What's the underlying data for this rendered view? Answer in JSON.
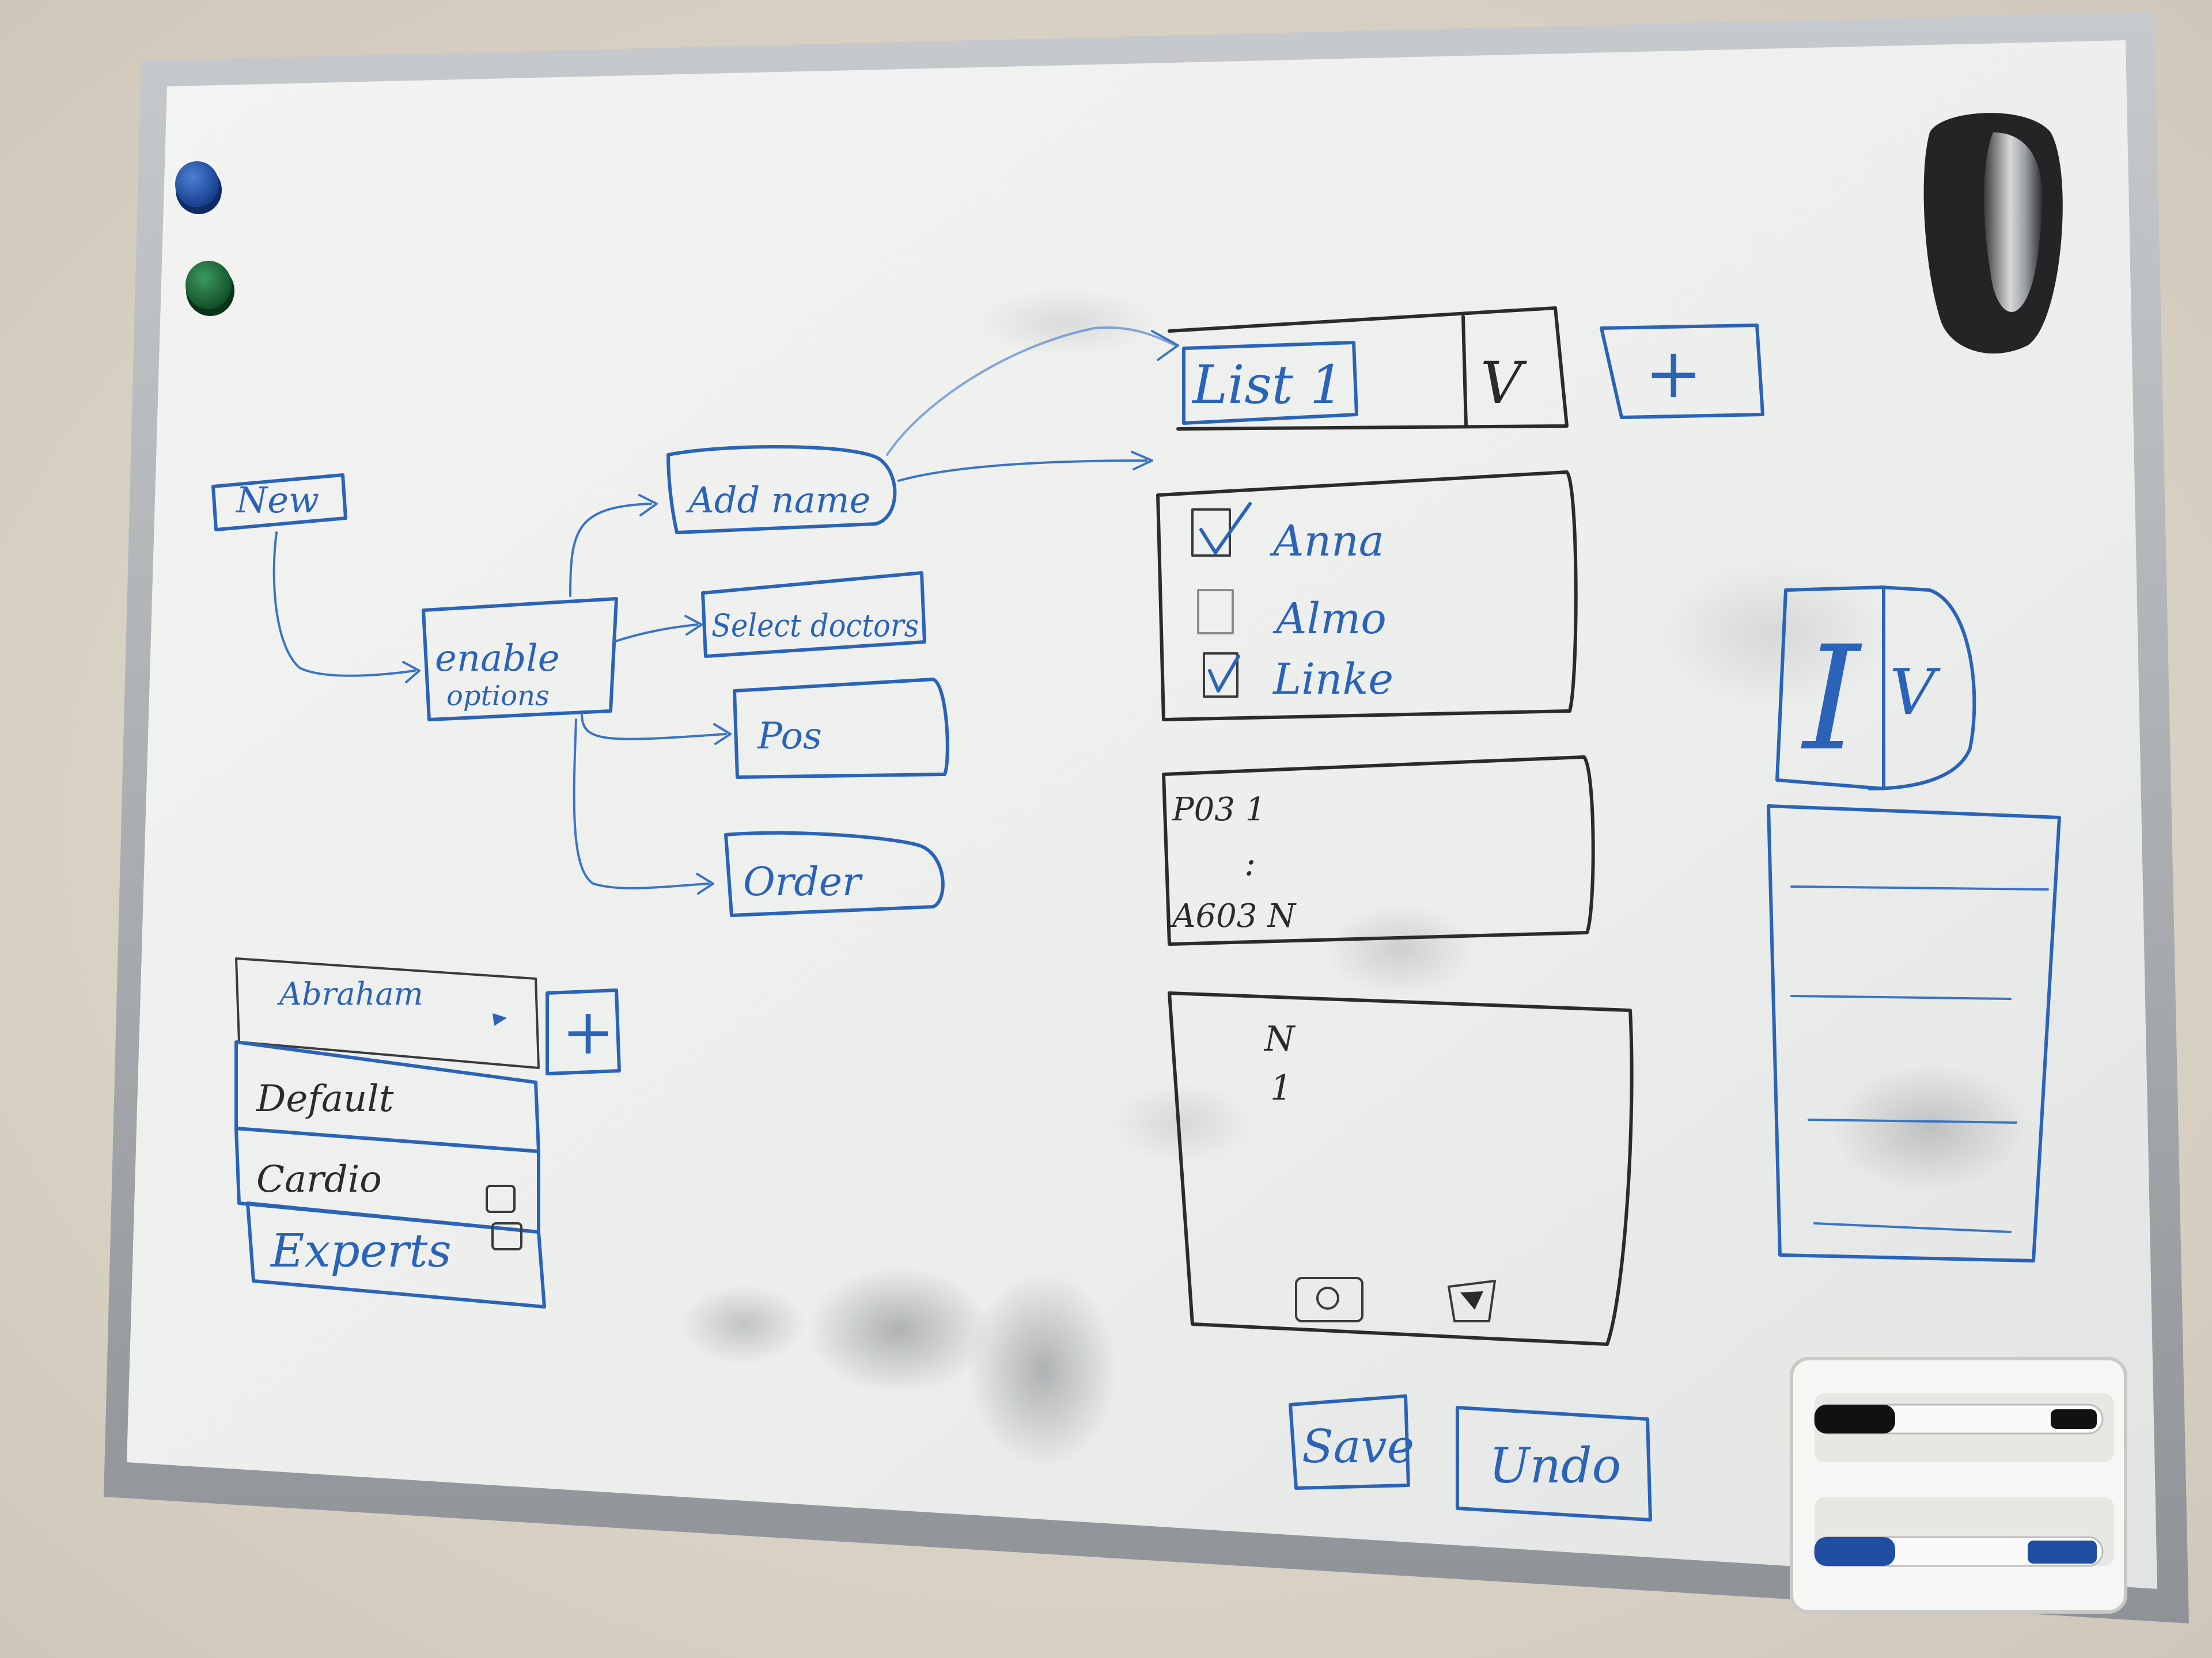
{
  "flow": {
    "new_label": "New",
    "enable_label": "enable",
    "options_label": "options",
    "add_name_label": "Add name",
    "select_doctors_label": "Select doctors",
    "pos_label": "Pos",
    "order_label": "Order"
  },
  "list_header": {
    "list_label": "List 1",
    "dropdown_glyph": "V",
    "plus_glyph": "+"
  },
  "checklist": {
    "items": [
      {
        "label": "Anna",
        "checked": true
      },
      {
        "label": "Almo",
        "checked": false
      },
      {
        "label": "Linke",
        "checked": true
      }
    ]
  },
  "order_list": {
    "first_row": "P03 1",
    "ellipsis": ":",
    "last_row": "A603 N"
  },
  "preview": {
    "top_glyph": "N",
    "second_glyph": "1"
  },
  "left_panel": {
    "header_label": "Abraham",
    "plus_glyph": "+",
    "items": [
      "Default",
      "Cardio",
      "Experts"
    ]
  },
  "right_widget": {
    "cursor_glyph": "I",
    "dropdown_glyph": "V"
  },
  "actions": {
    "save_label": "Save",
    "undo_label": "Undo"
  },
  "colors": {
    "marker_blue": "#2a63b8",
    "marker_black": "#2b2b2b",
    "board_white": "#eef0ee",
    "frame_silver": "#a9adb1",
    "magnet_blue": "#1e4fae",
    "magnet_green": "#1d6b3a"
  },
  "icons": [
    "magnet-blue-icon",
    "magnet-green-icon",
    "eraser-icon",
    "marker-tray-icon",
    "checkbox-icon",
    "trash-icon"
  ]
}
